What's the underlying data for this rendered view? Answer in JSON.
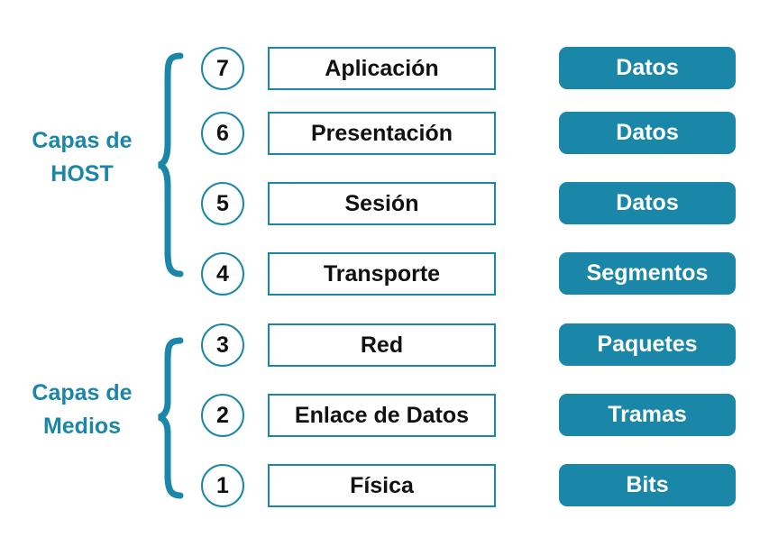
{
  "groups": [
    {
      "line1": "Capas de",
      "line2": "HOST"
    },
    {
      "line1": "Capas de",
      "line2": "Medios"
    }
  ],
  "layers": [
    {
      "number": "7",
      "name": "Aplicación",
      "pdu": "Datos"
    },
    {
      "number": "6",
      "name": "Presentación",
      "pdu": "Datos"
    },
    {
      "number": "5",
      "name": "Sesión",
      "pdu": "Datos"
    },
    {
      "number": "4",
      "name": "Transporte",
      "pdu": "Segmentos"
    },
    {
      "number": "3",
      "name": "Red",
      "pdu": "Paquetes"
    },
    {
      "number": "2",
      "name": "Enlace de Datos",
      "pdu": "Tramas"
    },
    {
      "number": "1",
      "name": "Física",
      "pdu": "Bits"
    }
  ],
  "colors": {
    "accent": "#1a86a8"
  }
}
